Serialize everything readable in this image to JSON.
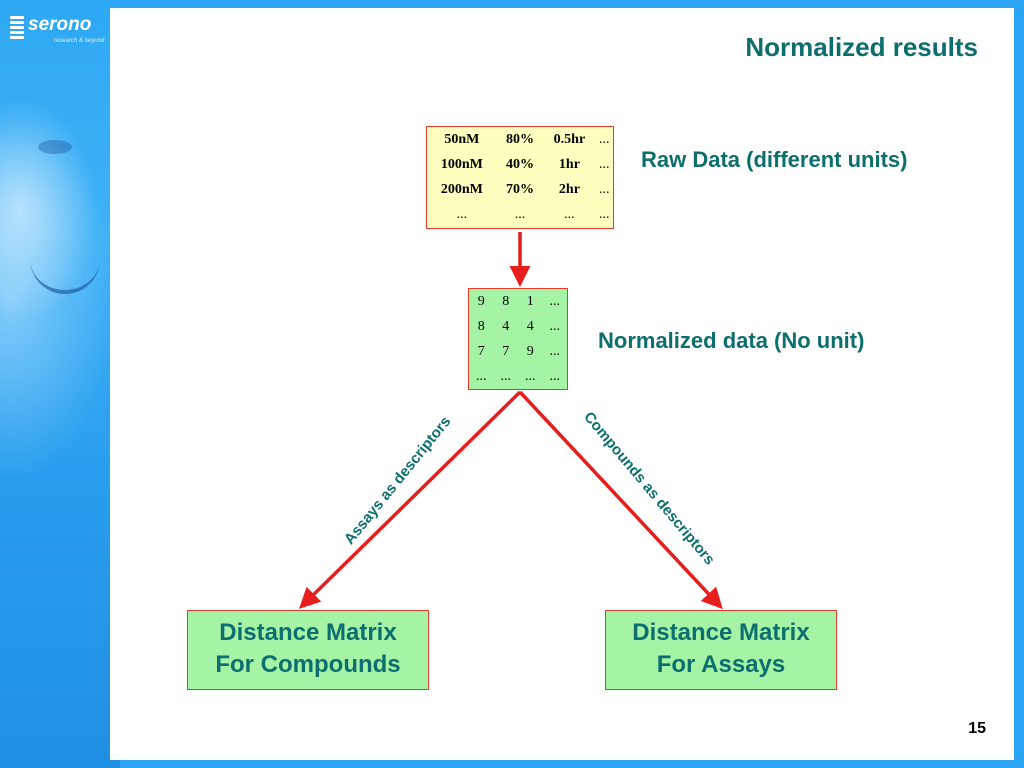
{
  "logo": {
    "word": "serono",
    "tag": "research & beyond"
  },
  "title": "Normalized results",
  "raw_table": {
    "rows": [
      [
        "50nM",
        "80%",
        "0.5hr",
        "..."
      ],
      [
        "100nM",
        "40%",
        "1hr",
        "..."
      ],
      [
        "200nM",
        "70%",
        "2hr",
        "..."
      ],
      [
        "...",
        "...",
        "...",
        "..."
      ]
    ]
  },
  "raw_note": "Raw Data (different units)",
  "norm_table": {
    "rows": [
      [
        "9",
        "8",
        "1",
        "..."
      ],
      [
        "8",
        "4",
        "4",
        "..."
      ],
      [
        "7",
        "7",
        "9",
        "..."
      ],
      [
        "...",
        "...",
        "...",
        "..."
      ]
    ]
  },
  "norm_note": "Normalized data (No unit)",
  "edges": {
    "left": "Assays as descriptors",
    "right": "Compounds as descriptors"
  },
  "boxes": {
    "left": {
      "line1": "Distance Matrix",
      "line2": "For Compounds"
    },
    "right": {
      "line1": "Distance Matrix",
      "line2": "For Assays"
    }
  },
  "page_number": "15",
  "colors": {
    "heading": "#0d6e6e",
    "arrow": "#e61e1e",
    "raw_fill": "#ffffc0",
    "box_fill": "#a5f3a5",
    "background": "#2aa3f2"
  }
}
